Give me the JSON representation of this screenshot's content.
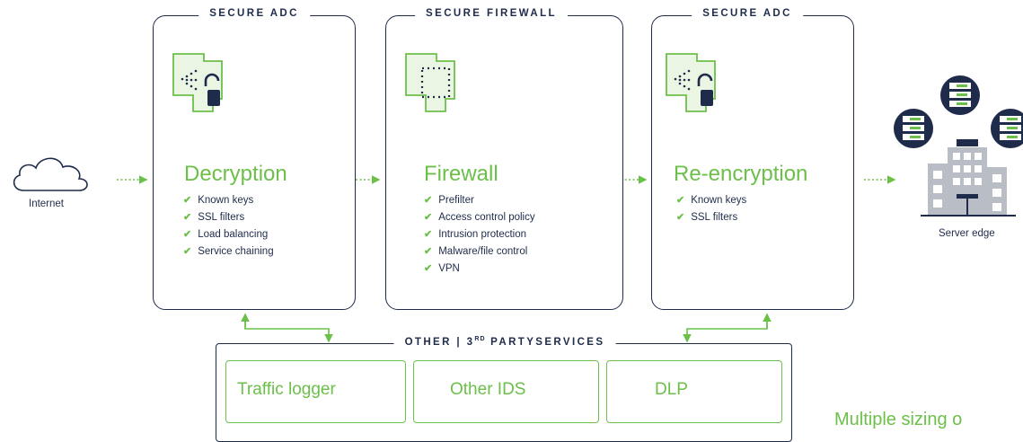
{
  "boxes": {
    "adc_left": {
      "title": "SECURE ADC",
      "stage": "Decryption",
      "items": [
        "Known keys",
        "SSL filters",
        "Load balancing",
        "Service chaining"
      ]
    },
    "firewall": {
      "title": "SECURE FIREWALL",
      "stage": "Firewall",
      "items": [
        "Prefilter",
        "Access control policy",
        "Intrusion protection",
        "Malware/file control",
        "VPN"
      ]
    },
    "adc_right": {
      "title": "SECURE ADC",
      "stage": "Re-encryption",
      "items": [
        "Known keys",
        "SSL filters"
      ]
    }
  },
  "services": {
    "title_prefix": "OTHER | 3",
    "title_sup": "RD",
    "title_suffix": " PARTYSERVICES",
    "items": [
      "Traffic logger",
      "Other IDS",
      "DLP"
    ]
  },
  "endpoints": {
    "internet": "Internet",
    "server_edge": "Server edge"
  },
  "footer": "Multiple sizing o",
  "colors": {
    "accent_green": "#6cc04a",
    "navy": "#1e2b4a",
    "gray": "#b9bdc6"
  },
  "icons": {
    "internet": "cloud-icon",
    "adc": "decrypt-lock-icon",
    "firewall": "firewall-icon",
    "server": "server-icon",
    "building": "building-icon"
  }
}
